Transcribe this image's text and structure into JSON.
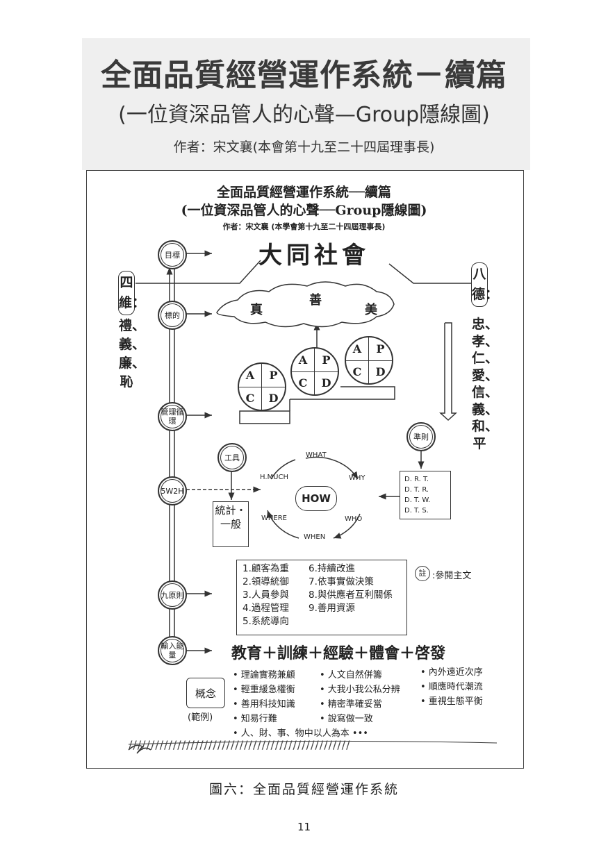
{
  "header": {
    "title": "全面品質經營運作系統－續篇",
    "subtitle": "(一位資深品管人的心聲—Group隱線圖)",
    "author": "作者：宋文襄(本會第十九至二十四屆理事長)"
  },
  "figure": {
    "title": "全面品質經營運作系統──續篇",
    "subtitle": "(一位資深品管人的心聲──Group隱線圖)",
    "author": "作者：宋文襄 (本學會第十九至二十四屆理事長)",
    "goal": "大同社會",
    "cloud": {
      "left": "真",
      "top": "善",
      "right": "美"
    },
    "left_label": "四維：",
    "left_values": "禮、義、廉、恥",
    "right_label": "八德：",
    "right_values": "忠、孝、仁、愛、信、義、和、平",
    "nodes": [
      "目標",
      "標的",
      "管理循環",
      "5W2H",
      "九原則",
      "輸入能量"
    ],
    "pdca": [
      "A",
      "P",
      "C",
      "D"
    ],
    "criteria": "準則",
    "criteria_items": [
      "D. R. T.",
      "D. T. R.",
      "D. T. W.",
      "D. T. S."
    ],
    "tool": "工具",
    "stats": "統計・一般",
    "wheel": {
      "center": "HOW",
      "what": "WHAT",
      "why": "WHY",
      "who": "WHO",
      "when": "WHEN",
      "where": "WHERE",
      "hmuch": "H.MUCH"
    },
    "principles": [
      "1.顧客為重",
      "2.領導統御",
      "3.人員參與",
      "4.過程管理",
      "5.系統導向",
      "6.持續改進",
      "7.依事實做決策",
      "8.與供應者互利關係",
      "9.善用資源"
    ],
    "note": "註",
    "note_text": ":參閱主文",
    "energy": "教育＋訓練＋經驗＋體會＋啓發",
    "concept": "概念",
    "example": "(範例)",
    "concepts_col1": [
      "• 理論實務兼顧",
      "• 輕重緩急權衡",
      "• 善用科技知識",
      "• 知易行難"
    ],
    "concepts_col2": [
      "• 人文自然併籌",
      "• 大我小我公私分辨",
      "• 精密準確妥當",
      "• 說寫做一致"
    ],
    "concepts_col3": [
      "• 內外遠近次序",
      "• 順應時代潮流",
      "• 重視生態平衡"
    ],
    "concepts_last": "• 人、財、事、物中以人為本 •••"
  },
  "caption": "圖六：全面品質經營運作系統",
  "page_number": "11"
}
